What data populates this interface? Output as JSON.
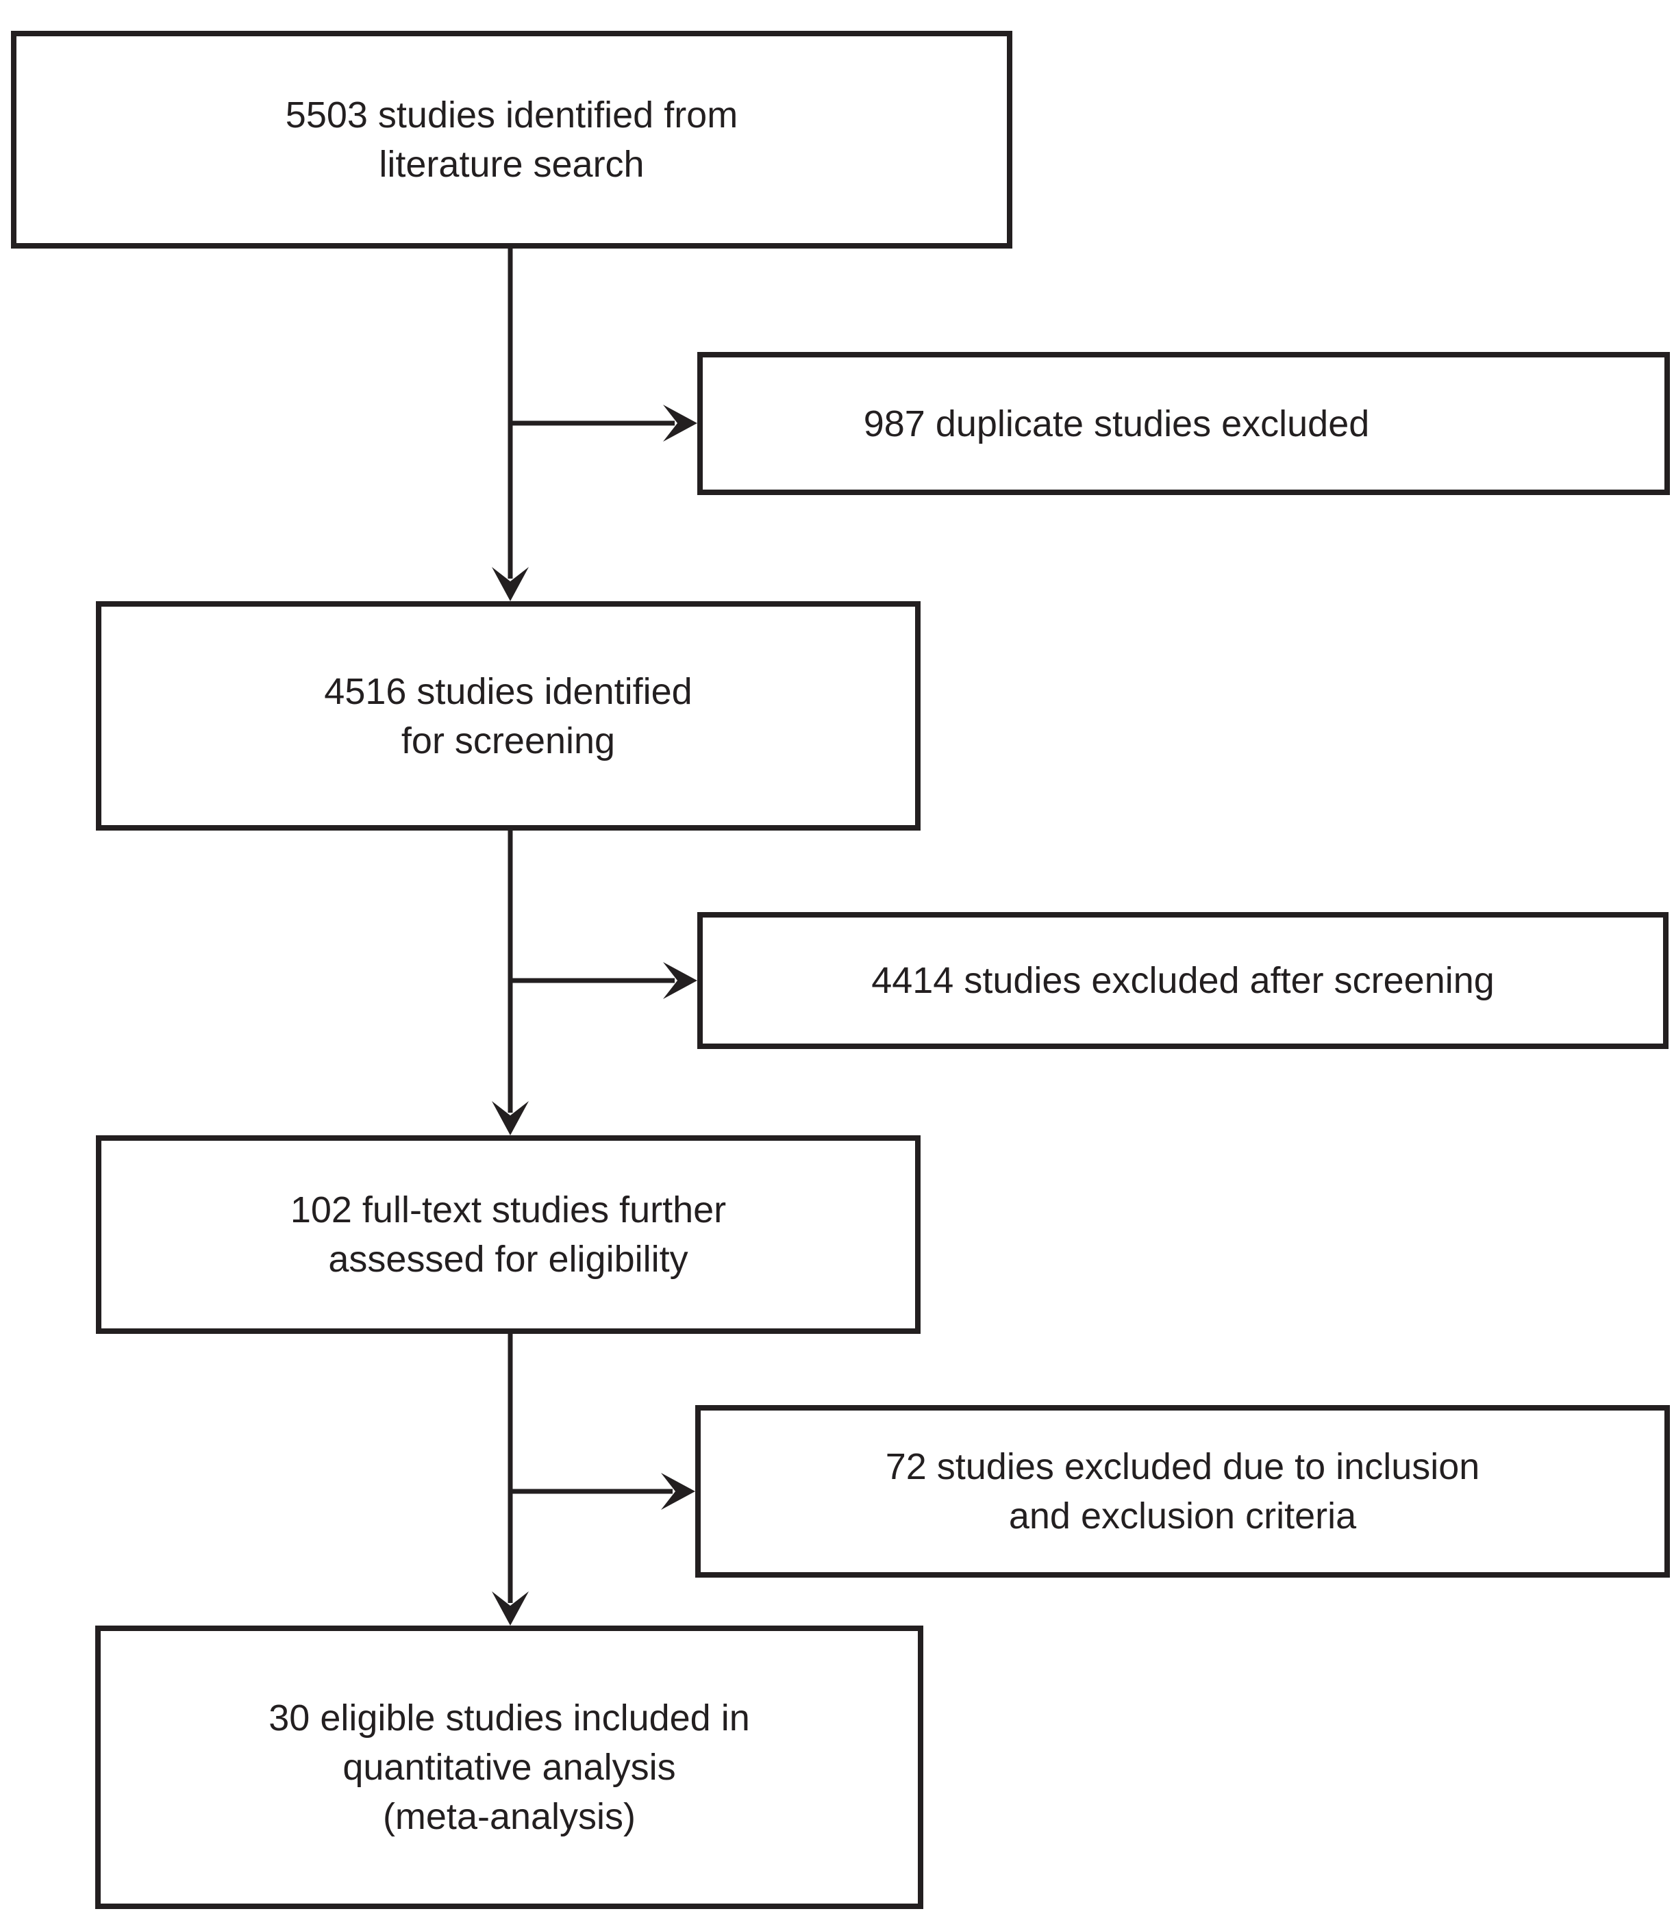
{
  "diagram": {
    "type": "flowchart",
    "colors": {
      "ink": "#231f20",
      "background": "#ffffff"
    },
    "nodes": [
      {
        "id": "identified",
        "text": "5503 studies identified from\nliterature search"
      },
      {
        "id": "duplicates-excluded",
        "text": "987 duplicate studies excluded"
      },
      {
        "id": "screening",
        "text": "4516 studies identified\nfor screening"
      },
      {
        "id": "screening-excluded",
        "text": "4414 studies excluded after screening"
      },
      {
        "id": "fulltext-assessed",
        "text": "102 full-text studies further\nassessed for eligibility"
      },
      {
        "id": "criteria-excluded",
        "text": "72 studies excluded due to inclusion\nand exclusion criteria"
      },
      {
        "id": "included",
        "text": "30 eligible studies included in\nquantitative analysis\n(meta-analysis)"
      }
    ],
    "edges": [
      {
        "from": "identified",
        "to": "screening",
        "style": "arrow-down"
      },
      {
        "from": "identified",
        "to": "duplicates-excluded",
        "style": "arrow-right-branch"
      },
      {
        "from": "screening",
        "to": "fulltext-assessed",
        "style": "arrow-down"
      },
      {
        "from": "screening",
        "to": "screening-excluded",
        "style": "arrow-right-branch"
      },
      {
        "from": "fulltext-assessed",
        "to": "included",
        "style": "arrow-down"
      },
      {
        "from": "fulltext-assessed",
        "to": "criteria-excluded",
        "style": "arrow-right-branch"
      }
    ]
  }
}
